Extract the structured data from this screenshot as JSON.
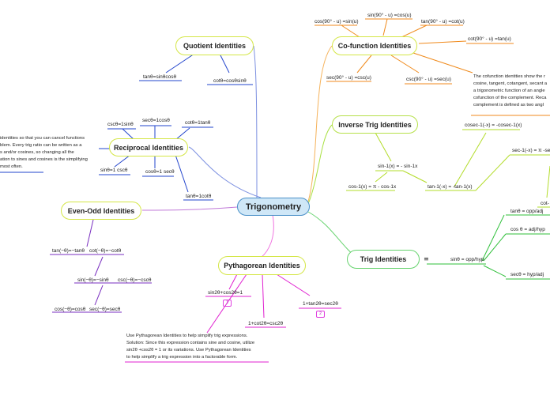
{
  "center": {
    "label": "Trigonometry"
  },
  "quotient": {
    "title": "Quotient Identities",
    "tan": "tanθ=sinθcosθ",
    "cot": "cotθ=cosθsinθ"
  },
  "reciprocal": {
    "title": "Reciprocal Identities",
    "csc": "cscθ=1sinθ",
    "sec": "secθ=1cosθ",
    "cot": "cotθ=1tanθ",
    "sin": "sinθ=1 cscθ",
    "cos": "cosθ=1 secθ",
    "tan": "tanθ=1cotθ",
    "note": [
      "identities so that you can cancel functions",
      "blem. Every trig ratio can be written as a",
      "s and/or cosines, so changing all the",
      "ation to sines and cosines is the simplifying",
      "most often."
    ]
  },
  "evenodd": {
    "title": "Even-Odd Identities",
    "r1a": "tan(−θ)=−tanθ",
    "r1b": "cot(−θ)=−cotθ",
    "r2a": "sin(−θ)=−sinθ",
    "r2b": "csc(−θ)=−cscθ",
    "r3a": "cos(−θ)=cosθ",
    "r3b": "sec(−θ)=secθ"
  },
  "pythagorean": {
    "title": "Pythagorean Identities",
    "id1": "sin2θ+cos2θ=1",
    "id2": "1+cot2θ=csc2θ",
    "id3": "1+tan2θ=sec2θ",
    "badge1": "1",
    "badge2": "2",
    "note": [
      "Use Pythagorean Identities to help simplify trig expressions.",
      "Solution: Since this expression contains sine and cosine, utilize",
      "sin2θ +cos2θ = 1 or its variations. Use Pythagorean Identities",
      "to help simplify a trig expression into a factorable form."
    ]
  },
  "cofunction": {
    "title": "Co-function Identities",
    "a": "cos(90° - u) =sin(u)",
    "b": "sin(90° - u) =cos(u)",
    "c": "tan(90° - u) =cot(u)",
    "d": "cot(90° - u) =tan(u)",
    "e": "sec(90° - u) =csc(u)",
    "f": "csc(90° - u) =sec(u)",
    "note": [
      "The cofunction identities show the r",
      "cosine, tangent, cotangent, secant a",
      "a trigonometric function of an angle",
      "cofunction of the complement. Reca",
      "complement is defined as two angl"
    ]
  },
  "inverse": {
    "title": "Inverse Trig Identities",
    "sin": "sin-1(x) = - sin-1x",
    "cos": "cos-1(x) = π - cos-1x",
    "tan": "tan-1(-x) = -tan-1(x)",
    "cosec": "cosec-1(-x) = -cosec-1(x)",
    "sec": "sec-1(-x) = π -sec",
    "cot": "cot-"
  },
  "trig": {
    "title": "Trig Identities",
    "icon": "≡",
    "sin": "sinθ = opp/hyp",
    "tan": "tanθ = opp/adj",
    "cos": "cos θ = adj/hyp",
    "sec": "secθ = hyp/adj"
  }
}
